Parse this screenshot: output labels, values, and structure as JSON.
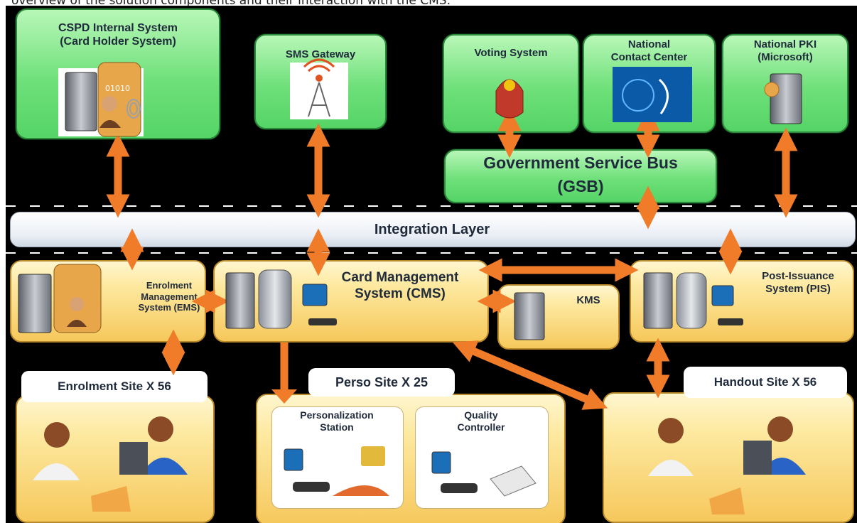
{
  "caption": "overview of the solution components and their interaction with the CMS:",
  "nodes": {
    "cspd": "CSPD Internal System\n(Card Holder System)",
    "sms": "SMS Gateway",
    "voting": "Voting System",
    "ncc": "National\nContact Center",
    "pki": "National PKI\n(Microsoft)",
    "gsb": "Government Service Bus\n(GSB)",
    "integration": "Integration Layer",
    "ems": "Enrolment\nManagement\nSystem (EMS)",
    "cms": "Card Management\nSystem (CMS)",
    "kms": "KMS",
    "pis": "Post-Issuance\nSystem (PIS)",
    "enrol_site": "Enrolment Site X 56",
    "perso_site": "Perso Site X 25",
    "handout_site": "Handout Site X 56",
    "perso_station": "Personalization\nStation",
    "quality": "Quality\nController"
  },
  "colors": {
    "green": "#6fe07a",
    "yellow": "#f6c85c",
    "arrow": "#f07c2a",
    "background": "#000000"
  }
}
